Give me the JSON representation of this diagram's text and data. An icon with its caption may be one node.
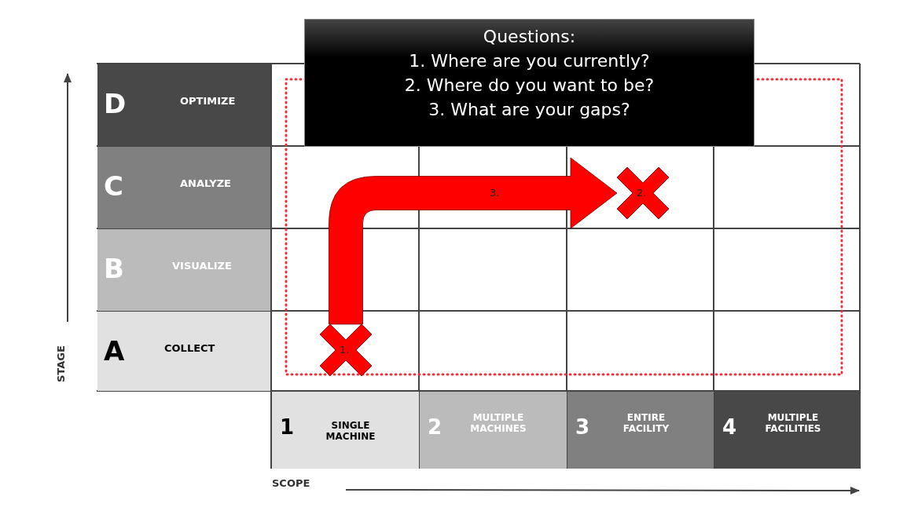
{
  "diagram": {
    "nodes": [
      {
        "text": [
          "Questions:",
          "1.  Where are you currently?",
          "2.  Where do you want to be?",
          "3. What are your gaps?"
        ]
      },
      {
        "text": [
          "D",
          "OPTIMIZE"
        ]
      },
      {
        "text": [
          "C",
          "ANALYZE"
        ]
      },
      {
        "text": [
          "2."
        ]
      },
      {
        "text": [
          "B",
          "VISUALIZE"
        ]
      },
      {
        "text": [
          "A",
          "COLLECT"
        ]
      },
      {
        "text": [
          "1."
        ]
      },
      {
        "text": [
          "1",
          "SINGLE MACHINE"
        ]
      },
      {
        "text": [
          "2",
          "MULTIPLE MACHINES"
        ]
      },
      {
        "text": [
          "3",
          "ENTIRE FACILITY"
        ]
      },
      {
        "text": [
          "4",
          "MULTIPLE FACILITIES"
        ]
      }
    ],
    "edges": [
      {
        "from": 6,
        "to": 3,
        "arrow": "to",
        "label": "3.",
        "style": "thick",
        "color": "#ff0000"
      }
    ],
    "labels": [
      "STAGE",
      "SCOPE"
    ]
  }
}
